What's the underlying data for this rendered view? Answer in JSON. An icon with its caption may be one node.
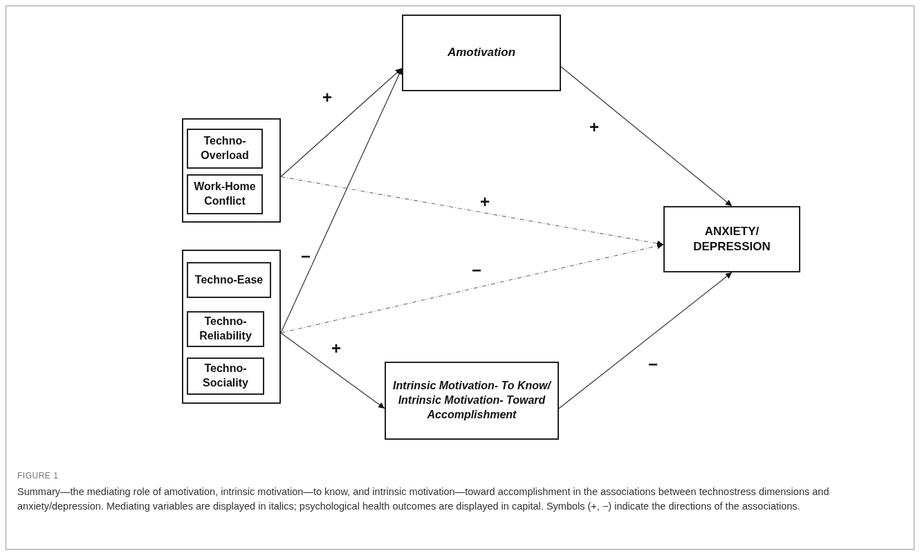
{
  "diagram": {
    "caption": "Summary—the mediating role of amotivation, intrinsic motivation—to know, and intrinsic motivation—toward accomplishment in the associations between technostress dimensions and anxiety/depression. Mediating variables are displayed in italics; psychological health outcomes are displayed in capital. Symbols (+, −) indicate the directions of the associations.",
    "nodes": [
      {
        "text": [],
        "shape": "box"
      },
      {
        "text": [
          "Techno-Overload"
        ],
        "in": 0
      },
      {
        "text": [
          "Work-Home Conflict"
        ],
        "in": 0
      },
      {
        "text": [],
        "shape": "box"
      },
      {
        "text": [
          "Techno-Ease"
        ],
        "in": 3
      },
      {
        "text": [
          "Techno-Reliability"
        ],
        "in": 3
      },
      {
        "text": [
          "Techno-Sociality"
        ],
        "in": 3
      },
      {
        "text": [
          "Amotivation"
        ]
      },
      {
        "text": [
          "ANXIETY/ DEPRESSION"
        ]
      },
      {
        "text": [
          "Intrinsic Motivation- To Know/ Intrinsic Motivation- Toward Accomplishment"
        ]
      }
    ],
    "edges": [
      {
        "from": 0,
        "to": 7,
        "arrow": "to",
        "label": "+"
      },
      {
        "from": 0,
        "to": 8,
        "arrow": "to",
        "label": "+",
        "style": "dashed"
      },
      {
        "from": 3,
        "to": 7,
        "arrow": "to",
        "label": "−"
      },
      {
        "from": 3,
        "to": 8,
        "arrow": "to",
        "label": "−",
        "style": "dashed"
      },
      {
        "from": 3,
        "to": 9,
        "arrow": "to",
        "label": "+"
      },
      {
        "from": 7,
        "to": 8,
        "arrow": "to",
        "label": "+"
      },
      {
        "from": 9,
        "to": 8,
        "arrow": "to",
        "label": "−"
      }
    ],
    "labels": [
      "FIGURE 1"
    ]
  }
}
